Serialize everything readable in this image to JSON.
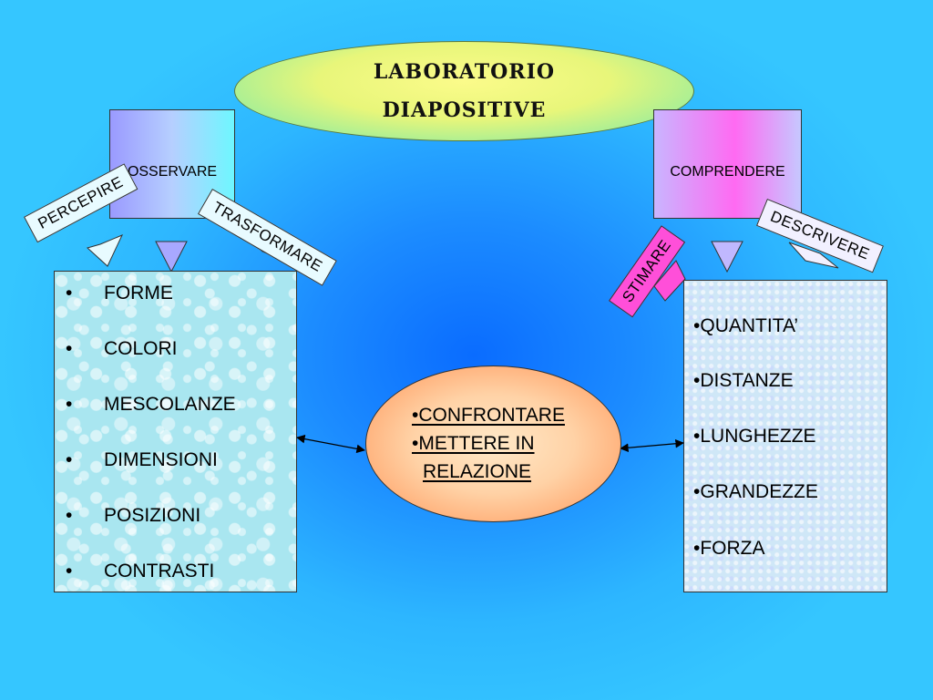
{
  "title": {
    "line1": "LABORATORIO",
    "line2": "DIAPOSITIVE"
  },
  "left": {
    "header": "OSSERVARE",
    "callouts": [
      "PERCEPIRE",
      "TRASFORMARE"
    ],
    "items": [
      "FORME",
      "COLORI",
      "MESCOLANZE",
      "DIMENSIONI",
      "POSIZIONI",
      "CONTRASTI"
    ],
    "bullet": "•"
  },
  "right": {
    "header": "COMPRENDERE",
    "callouts": [
      "STIMARE",
      "DESCRIVERE"
    ],
    "items": [
      "QUANTITA’",
      "DISTANZE",
      "LUNGHEZZE",
      "GRANDEZZE",
      "FORZA"
    ],
    "bullet": "•"
  },
  "center": {
    "line1": "•CONFRONTARE",
    "line2": "•METTERE  IN",
    "line3": "RELAZIONE"
  }
}
